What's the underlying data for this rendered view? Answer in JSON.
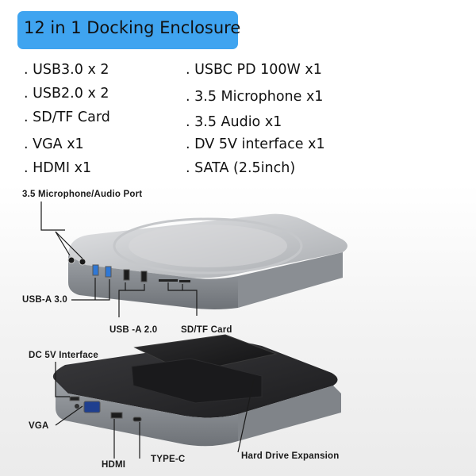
{
  "title": "12 in 1 Docking Enclosure",
  "specs": {
    "left": [
      ". USB3.0 x 2",
      ". USB2.0 x 2",
      ". SD/TF Card",
      ". VGA x1",
      ". HDMI x1"
    ],
    "right": [
      ". USBC PD 100W x1",
      ". 3.5 Microphone x1",
      ". 3.5 Audio x1",
      ". DV 5V interface x1",
      ". SATA (2.5inch)"
    ]
  },
  "callouts": {
    "mic_audio": "3.5 Microphone/Audio Port",
    "usb_a3": "USB-A 3.0",
    "usb_a2": "USB -A 2.0",
    "sdtf": "SD/TF Card",
    "dc5v": "DC 5V Interface",
    "vga": "VGA",
    "hdmi": "HDMI",
    "typec": "TYPE-C",
    "hdd": "Hard Drive Expansion"
  },
  "colors": {
    "banner": "#3fa4f0",
    "usb3_port": "#2f78d6",
    "device_body": "#8e9298",
    "device_top": "#2a2a2c"
  }
}
